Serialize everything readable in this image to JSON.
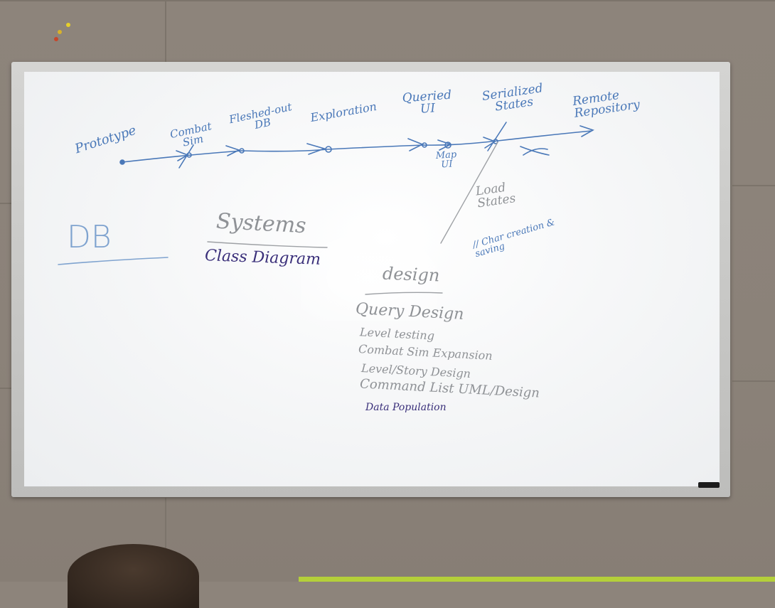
{
  "board": {
    "timeline": {
      "stages": [
        "Prototype",
        "Combat Sim",
        "Fleshed-out DB",
        "Exploration",
        "Queried UI",
        "Serialized States",
        "Remote Repository"
      ],
      "branch": "Map UI",
      "side_note": "Load States",
      "comment": "// Char creation & saving"
    },
    "sections": {
      "db": "DB",
      "systems": "Systems",
      "systems_item": "Class Diagram",
      "design": "design"
    },
    "design_list": [
      "Query Design",
      "Level testing",
      "Combat Sim Expansion",
      "Level/Story Design",
      "Command List UML/Design",
      "Data Population"
    ]
  },
  "colors": {
    "marker_blue": "#4a78b8",
    "marker_grey": "#8f9296",
    "marker_purple": "#3a2f7a"
  }
}
